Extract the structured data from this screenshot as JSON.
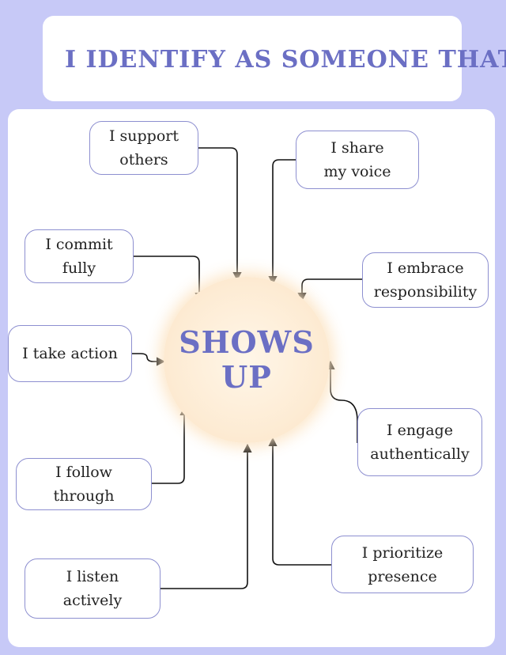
{
  "title": "I IDENTIFY AS SOMEONE THAT",
  "center": {
    "line1": "SHOWS",
    "line2": "UP"
  },
  "nodes": [
    {
      "id": "support",
      "line1": "I support",
      "line2": "others"
    },
    {
      "id": "share",
      "line1": "I share",
      "line2": "my voice"
    },
    {
      "id": "commit",
      "line1": "I commit",
      "line2": "fully"
    },
    {
      "id": "embrace",
      "line1": "I embrace",
      "line2": "responsibility"
    },
    {
      "id": "action",
      "line1": "I take action",
      "line2": ""
    },
    {
      "id": "engage",
      "line1": "I engage",
      "line2": "authentically"
    },
    {
      "id": "follow",
      "line1": "I follow",
      "line2": "through"
    },
    {
      "id": "prioritize",
      "line1": "I prioritize",
      "line2": "presence"
    },
    {
      "id": "listen",
      "line1": "I listen",
      "line2": "actively"
    }
  ],
  "colors": {
    "background": "#c7c9f7",
    "accent": "#6b6fc4",
    "node_border": "#8d8fd0",
    "connector": "#111111",
    "center_glow": "#fdebd3"
  }
}
